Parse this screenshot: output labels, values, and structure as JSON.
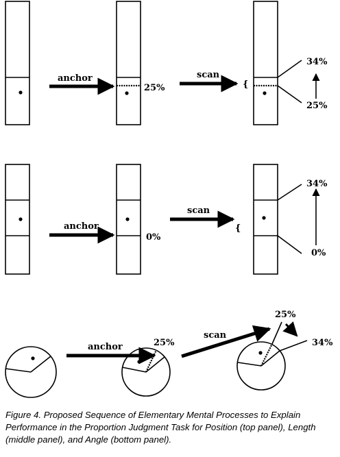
{
  "panels": {
    "position": {
      "anchor_label": "anchor",
      "scan_label": "scan",
      "anchor_value": "25%",
      "scan_start_value": "25%",
      "scan_end_value": "34%",
      "brace": "{"
    },
    "length": {
      "anchor_label": "anchor",
      "scan_label": "scan",
      "anchor_value": "0%",
      "scan_start_value": "0%",
      "scan_end_value": "34%",
      "brace": "{"
    },
    "angle": {
      "anchor_label": "anchor",
      "scan_label": "scan",
      "anchor_value": "25%",
      "scan_start_value": "25%",
      "scan_end_value": "34%"
    }
  },
  "caption": "Figure 4. Proposed Sequence of Elementary Mental Processes to Explain Performance in the Proportion Judgment Task for Position (top panel), Length (middle panel), and Angle (bottom panel)."
}
